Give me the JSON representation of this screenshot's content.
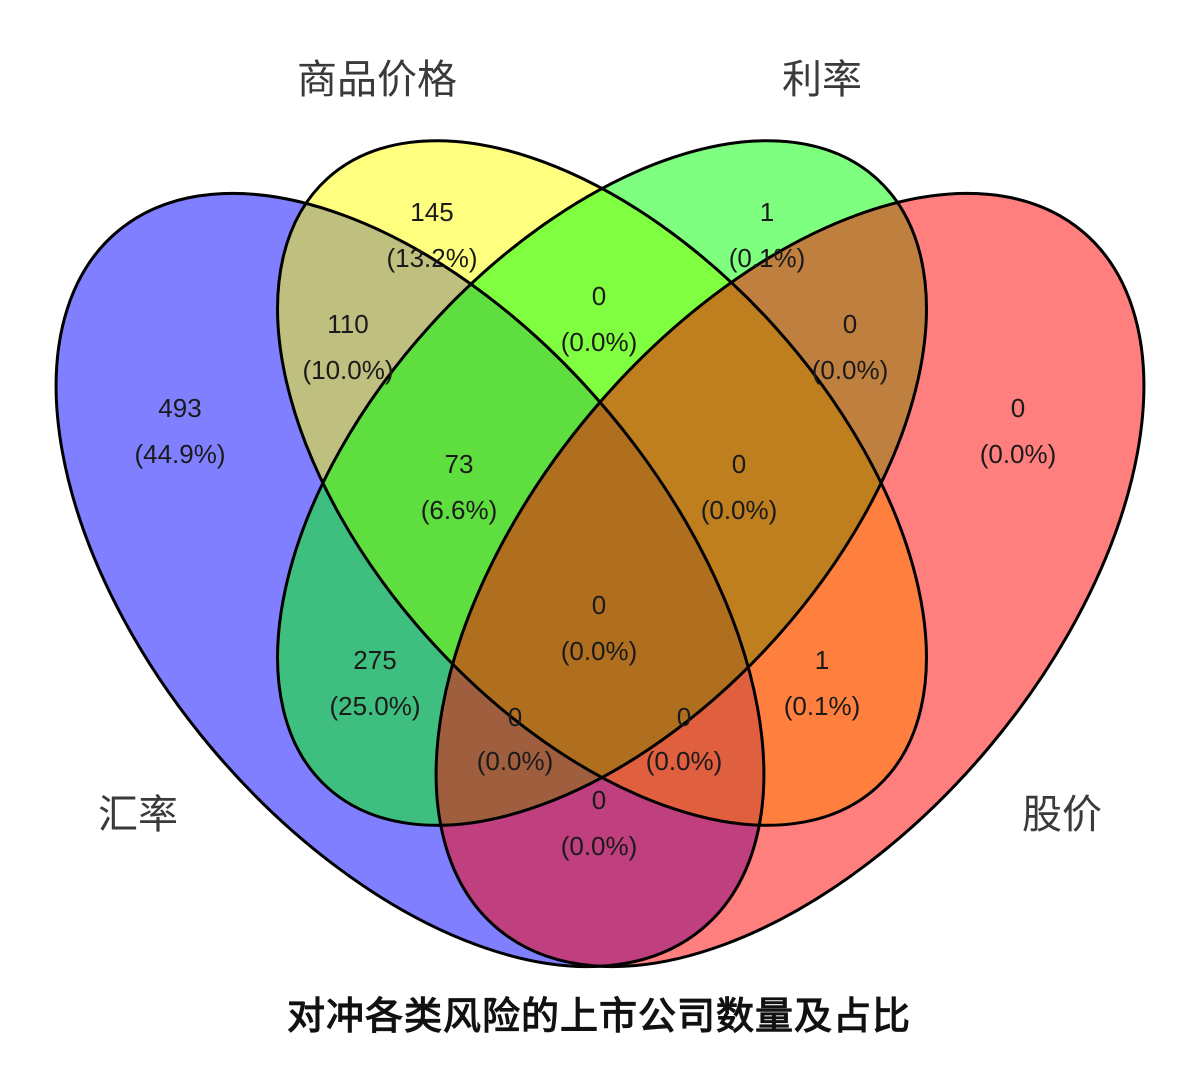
{
  "sets": [
    {
      "key": "huilv",
      "label": "汇率",
      "color": "#0000FF"
    },
    {
      "key": "shangpin",
      "label": "商品价格",
      "color": "#FFFF00"
    },
    {
      "key": "lilv",
      "label": "利率",
      "color": "#00FF00"
    },
    {
      "key": "gujia",
      "label": "股价",
      "color": "#FF0000"
    }
  ],
  "regions": [
    {
      "sets": [
        "汇率"
      ],
      "count": "493",
      "pct": "(44.9%)"
    },
    {
      "sets": [
        "商品价格"
      ],
      "count": "145",
      "pct": "(13.2%)"
    },
    {
      "sets": [
        "利率"
      ],
      "count": "1",
      "pct": "(0.1%)"
    },
    {
      "sets": [
        "股价"
      ],
      "count": "0",
      "pct": "(0.0%)"
    },
    {
      "sets": [
        "汇率",
        "商品价格"
      ],
      "count": "110",
      "pct": "(10.0%)"
    },
    {
      "sets": [
        "商品价格",
        "利率"
      ],
      "count": "0",
      "pct": "(0.0%)"
    },
    {
      "sets": [
        "利率",
        "股价"
      ],
      "count": "0",
      "pct": "(0.0%)"
    },
    {
      "sets": [
        "汇率",
        "商品价格",
        "利率"
      ],
      "count": "73",
      "pct": "(6.6%)"
    },
    {
      "sets": [
        "商品价格",
        "利率",
        "股价"
      ],
      "count": "0",
      "pct": "(0.0%)"
    },
    {
      "sets": [
        "汇率",
        "商品价格",
        "利率",
        "股价"
      ],
      "count": "0",
      "pct": "(0.0%)"
    },
    {
      "sets": [
        "汇率",
        "利率"
      ],
      "count": "275",
      "pct": "(25.0%)"
    },
    {
      "sets": [
        "商品价格",
        "股价"
      ],
      "count": "1",
      "pct": "(0.1%)"
    },
    {
      "sets": [
        "汇率",
        "利率",
        "股价"
      ],
      "count": "0",
      "pct": "(0.0%)"
    },
    {
      "sets": [
        "汇率",
        "商品价格",
        "股价"
      ],
      "count": "0",
      "pct": "(0.0%)"
    },
    {
      "sets": [
        "汇率",
        "股价"
      ],
      "count": "0",
      "pct": "(0.0%)"
    }
  ],
  "caption": "对冲各类风险的上市公司数量及占比"
}
